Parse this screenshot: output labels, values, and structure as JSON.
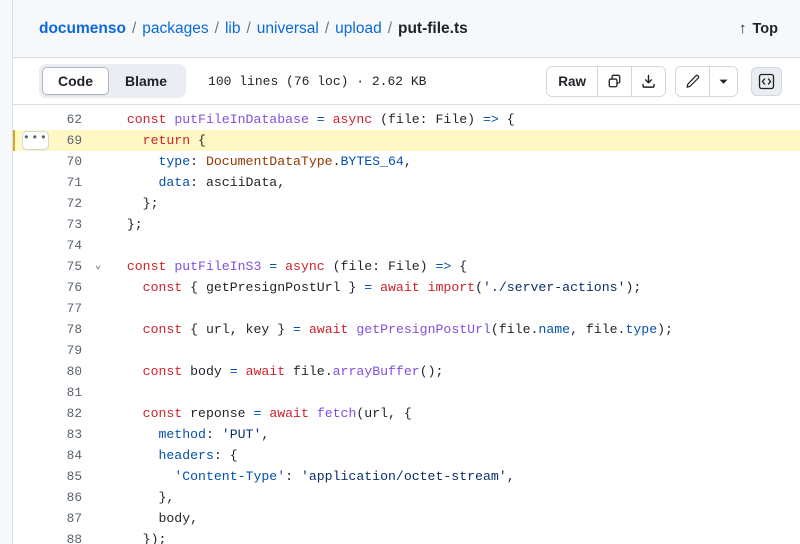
{
  "header": {
    "breadcrumb": {
      "parts": [
        {
          "text": "documenso",
          "type": "link-bold"
        },
        {
          "text": "packages",
          "type": "link"
        },
        {
          "text": "lib",
          "type": "link"
        },
        {
          "text": "universal",
          "type": "link"
        },
        {
          "text": "upload",
          "type": "link"
        },
        {
          "text": "put-file.ts",
          "type": "current"
        }
      ],
      "separator": "/"
    },
    "top_link": {
      "label": "Top",
      "arrow": "↑",
      "icon": "arrow-up-icon"
    }
  },
  "toolbar": {
    "tabs": [
      {
        "label": "Code",
        "active": true
      },
      {
        "label": "Blame",
        "active": false
      }
    ],
    "file_meta": "100 lines (76 loc) · 2.62 KB",
    "raw_label": "Raw",
    "buttons": [
      {
        "name": "raw-button",
        "label": "Raw"
      },
      {
        "name": "copy-icon",
        "label": ""
      },
      {
        "name": "download-icon",
        "label": ""
      },
      {
        "name": "edit-pencil-icon",
        "label": ""
      },
      {
        "name": "chevron-down-icon",
        "label": ""
      },
      {
        "name": "code-symbols-icon",
        "label": ""
      }
    ]
  },
  "colors": {
    "keyword": "#cf222e",
    "function": "#8250df",
    "property": "#0550ae",
    "string": "#0a3069",
    "type": "#953800",
    "plain": "#1f2328",
    "link": "#0969da",
    "highlight_row": "#fff8c5",
    "panel_bg": "#f6f8fa",
    "border": "#d8dee4"
  },
  "code": {
    "lines": [
      {
        "num": "62",
        "highlight": false,
        "fold": "",
        "expander": false,
        "tokens": [
          {
            "t": "  ",
            "c": "pl"
          },
          {
            "t": "const",
            "c": "k"
          },
          {
            "t": " putFileInDatabase ",
            "c": "fn"
          },
          {
            "t": "= ",
            "c": "op"
          },
          {
            "t": "async",
            "c": "k"
          },
          {
            "t": " (file: File) ",
            "c": "pl"
          },
          {
            "t": "=>",
            "c": "op"
          },
          {
            "t": " {",
            "c": "pl"
          }
        ]
      },
      {
        "num": "69",
        "highlight": true,
        "fold": "",
        "expander": true,
        "tokens": [
          {
            "t": "    ",
            "c": "pl"
          },
          {
            "t": "return",
            "c": "k"
          },
          {
            "t": " {",
            "c": "pl"
          }
        ]
      },
      {
        "num": "70",
        "highlight": false,
        "fold": "",
        "expander": false,
        "tokens": [
          {
            "t": "      ",
            "c": "pl"
          },
          {
            "t": "type",
            "c": "pr"
          },
          {
            "t": ": ",
            "c": "pl"
          },
          {
            "t": "DocumentDataType",
            "c": "ty"
          },
          {
            "t": ".",
            "c": "pl"
          },
          {
            "t": "BYTES_64",
            "c": "pr"
          },
          {
            "t": ",",
            "c": "pl"
          }
        ]
      },
      {
        "num": "71",
        "highlight": false,
        "fold": "",
        "expander": false,
        "tokens": [
          {
            "t": "      ",
            "c": "pl"
          },
          {
            "t": "data",
            "c": "pr"
          },
          {
            "t": ": asciiData,",
            "c": "pl"
          }
        ]
      },
      {
        "num": "72",
        "highlight": false,
        "fold": "",
        "expander": false,
        "tokens": [
          {
            "t": "    };",
            "c": "pl"
          }
        ]
      },
      {
        "num": "73",
        "highlight": false,
        "fold": "",
        "expander": false,
        "tokens": [
          {
            "t": "  };",
            "c": "pl"
          }
        ]
      },
      {
        "num": "74",
        "highlight": false,
        "fold": "",
        "expander": false,
        "tokens": []
      },
      {
        "num": "75",
        "highlight": false,
        "fold": "chevron-down",
        "expander": false,
        "tokens": [
          {
            "t": "  ",
            "c": "pl"
          },
          {
            "t": "const",
            "c": "k"
          },
          {
            "t": " putFileInS3 ",
            "c": "fn"
          },
          {
            "t": "= ",
            "c": "op"
          },
          {
            "t": "async",
            "c": "k"
          },
          {
            "t": " (file: File) ",
            "c": "pl"
          },
          {
            "t": "=>",
            "c": "op"
          },
          {
            "t": " {",
            "c": "pl"
          }
        ]
      },
      {
        "num": "76",
        "highlight": false,
        "fold": "",
        "expander": false,
        "tokens": [
          {
            "t": "    ",
            "c": "pl"
          },
          {
            "t": "const",
            "c": "k"
          },
          {
            "t": " { getPresignPostUrl } ",
            "c": "pl"
          },
          {
            "t": "=",
            "c": "op"
          },
          {
            "t": " ",
            "c": "pl"
          },
          {
            "t": "await",
            "c": "k"
          },
          {
            "t": " ",
            "c": "pl"
          },
          {
            "t": "import",
            "c": "k"
          },
          {
            "t": "(",
            "c": "pl"
          },
          {
            "t": "'./server-actions'",
            "c": "st"
          },
          {
            "t": ");",
            "c": "pl"
          }
        ]
      },
      {
        "num": "77",
        "highlight": false,
        "fold": "",
        "expander": false,
        "tokens": []
      },
      {
        "num": "78",
        "highlight": false,
        "fold": "",
        "expander": false,
        "tokens": [
          {
            "t": "    ",
            "c": "pl"
          },
          {
            "t": "const",
            "c": "k"
          },
          {
            "t": " { url, key } ",
            "c": "pl"
          },
          {
            "t": "=",
            "c": "op"
          },
          {
            "t": " ",
            "c": "pl"
          },
          {
            "t": "await",
            "c": "k"
          },
          {
            "t": " ",
            "c": "pl"
          },
          {
            "t": "getPresignPostUrl",
            "c": "fn"
          },
          {
            "t": "(file.",
            "c": "pl"
          },
          {
            "t": "name",
            "c": "pr"
          },
          {
            "t": ", file.",
            "c": "pl"
          },
          {
            "t": "type",
            "c": "pr"
          },
          {
            "t": ");",
            "c": "pl"
          }
        ]
      },
      {
        "num": "79",
        "highlight": false,
        "fold": "",
        "expander": false,
        "tokens": []
      },
      {
        "num": "80",
        "highlight": false,
        "fold": "",
        "expander": false,
        "tokens": [
          {
            "t": "    ",
            "c": "pl"
          },
          {
            "t": "const",
            "c": "k"
          },
          {
            "t": " body ",
            "c": "pl"
          },
          {
            "t": "=",
            "c": "op"
          },
          {
            "t": " ",
            "c": "pl"
          },
          {
            "t": "await",
            "c": "k"
          },
          {
            "t": " file.",
            "c": "pl"
          },
          {
            "t": "arrayBuffer",
            "c": "fn"
          },
          {
            "t": "();",
            "c": "pl"
          }
        ]
      },
      {
        "num": "81",
        "highlight": false,
        "fold": "",
        "expander": false,
        "tokens": []
      },
      {
        "num": "82",
        "highlight": false,
        "fold": "",
        "expander": false,
        "tokens": [
          {
            "t": "    ",
            "c": "pl"
          },
          {
            "t": "const",
            "c": "k"
          },
          {
            "t": " reponse ",
            "c": "pl"
          },
          {
            "t": "=",
            "c": "op"
          },
          {
            "t": " ",
            "c": "pl"
          },
          {
            "t": "await",
            "c": "k"
          },
          {
            "t": " ",
            "c": "pl"
          },
          {
            "t": "fetch",
            "c": "fn"
          },
          {
            "t": "(url, {",
            "c": "pl"
          }
        ]
      },
      {
        "num": "83",
        "highlight": false,
        "fold": "",
        "expander": false,
        "tokens": [
          {
            "t": "      ",
            "c": "pl"
          },
          {
            "t": "method",
            "c": "pr"
          },
          {
            "t": ": ",
            "c": "pl"
          },
          {
            "t": "'PUT'",
            "c": "st"
          },
          {
            "t": ",",
            "c": "pl"
          }
        ]
      },
      {
        "num": "84",
        "highlight": false,
        "fold": "",
        "expander": false,
        "tokens": [
          {
            "t": "      ",
            "c": "pl"
          },
          {
            "t": "headers",
            "c": "pr"
          },
          {
            "t": ": {",
            "c": "pl"
          }
        ]
      },
      {
        "num": "85",
        "highlight": false,
        "fold": "",
        "expander": false,
        "tokens": [
          {
            "t": "        ",
            "c": "pl"
          },
          {
            "t": "'Content-Type'",
            "c": "pr"
          },
          {
            "t": ": ",
            "c": "pl"
          },
          {
            "t": "'application/octet-stream'",
            "c": "st"
          },
          {
            "t": ",",
            "c": "pl"
          }
        ]
      },
      {
        "num": "86",
        "highlight": false,
        "fold": "",
        "expander": false,
        "tokens": [
          {
            "t": "      },",
            "c": "pl"
          }
        ]
      },
      {
        "num": "87",
        "highlight": false,
        "fold": "",
        "expander": false,
        "tokens": [
          {
            "t": "      body,",
            "c": "pl"
          }
        ]
      },
      {
        "num": "88",
        "highlight": false,
        "fold": "",
        "expander": false,
        "tokens": [
          {
            "t": "    });",
            "c": "pl"
          }
        ]
      }
    ]
  }
}
